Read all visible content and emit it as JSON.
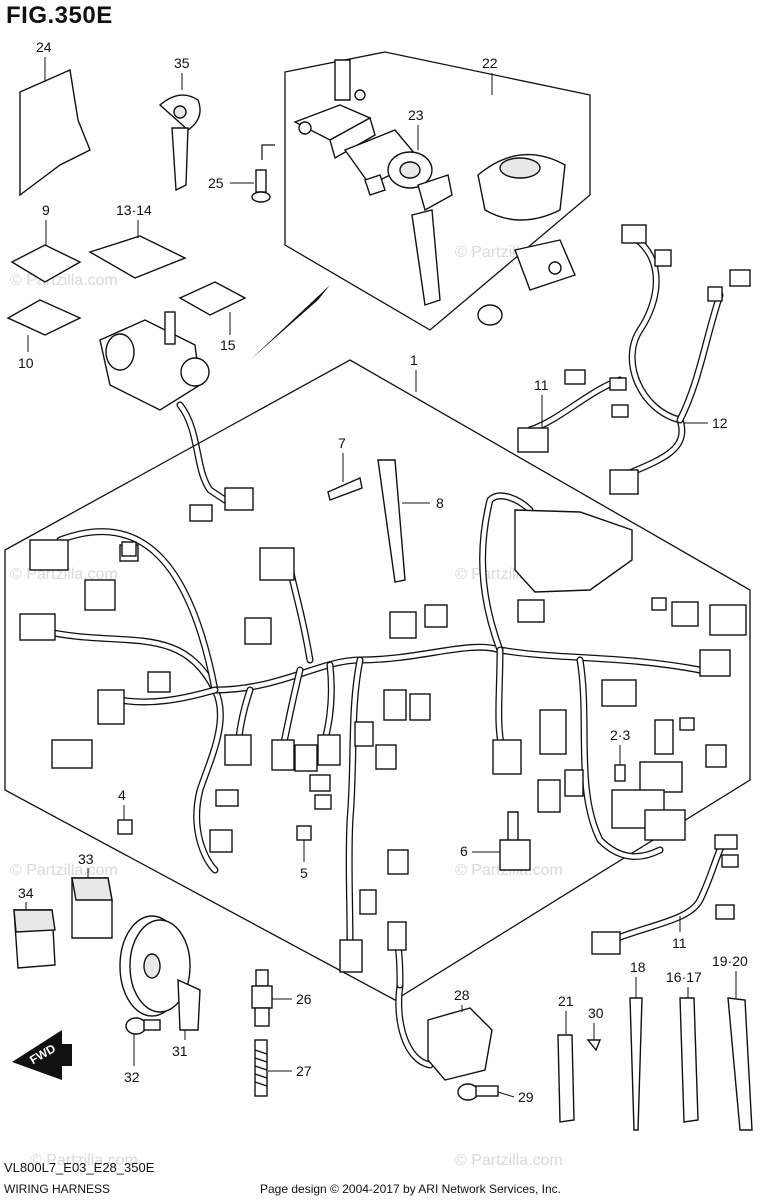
{
  "figure": {
    "title": "FIG.350E",
    "code": "VL800L7_E03_E28_350E",
    "caption": "WIRING HARNESS",
    "copyright": "Page design © 2004-2017 by ARI Network Services, Inc.",
    "watermark": "© Partzilla.com"
  },
  "fwd_label": "FWD",
  "callouts": [
    {
      "id": "c1",
      "label": "1"
    },
    {
      "id": "c23",
      "label": "2·3"
    },
    {
      "id": "c4",
      "label": "4"
    },
    {
      "id": "c5",
      "label": "5"
    },
    {
      "id": "c6",
      "label": "6"
    },
    {
      "id": "c7",
      "label": "7"
    },
    {
      "id": "c8",
      "label": "8"
    },
    {
      "id": "c9",
      "label": "9"
    },
    {
      "id": "c10",
      "label": "10"
    },
    {
      "id": "c11a",
      "label": "11"
    },
    {
      "id": "c11b",
      "label": "11"
    },
    {
      "id": "c12",
      "label": "12"
    },
    {
      "id": "c1314",
      "label": "13·14"
    },
    {
      "id": "c15",
      "label": "15"
    },
    {
      "id": "c1617",
      "label": "16·17"
    },
    {
      "id": "c18",
      "label": "18"
    },
    {
      "id": "c1920",
      "label": "19·20"
    },
    {
      "id": "c21",
      "label": "21"
    },
    {
      "id": "c22",
      "label": "22"
    },
    {
      "id": "c23b",
      "label": "23"
    },
    {
      "id": "c24",
      "label": "24"
    },
    {
      "id": "c25",
      "label": "25"
    },
    {
      "id": "c26",
      "label": "26"
    },
    {
      "id": "c27",
      "label": "27"
    },
    {
      "id": "c28",
      "label": "28"
    },
    {
      "id": "c29",
      "label": "29"
    },
    {
      "id": "c30",
      "label": "30"
    },
    {
      "id": "c31",
      "label": "31"
    },
    {
      "id": "c32",
      "label": "32"
    },
    {
      "id": "c33",
      "label": "33"
    },
    {
      "id": "c34",
      "label": "34"
    },
    {
      "id": "c35",
      "label": "35"
    }
  ]
}
